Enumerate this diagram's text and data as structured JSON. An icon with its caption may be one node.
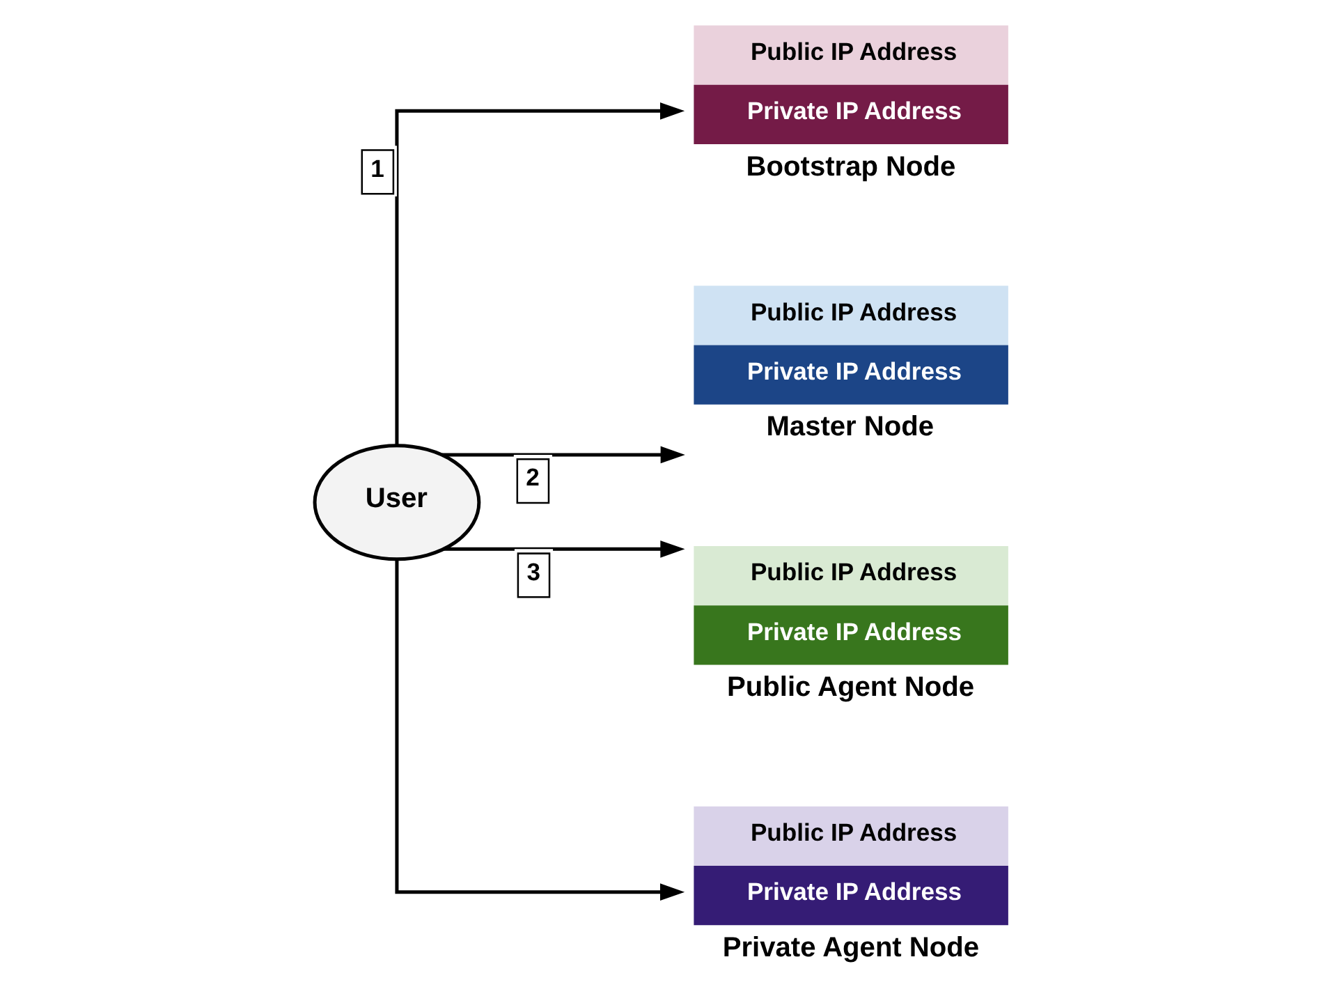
{
  "diagram": {
    "nodes": [
      {
        "text": [
          "User"
        ]
      },
      {
        "text": [
          "Public IP Address",
          "Private IP Address",
          "Bootstrap Node"
        ]
      },
      {
        "text": [
          "Public IP Address",
          "Private IP Address",
          "Master Node"
        ]
      },
      {
        "text": [
          "Public IP Address",
          "Private IP Address",
          "Public Agent Node"
        ]
      },
      {
        "text": [
          "Public IP Address",
          "Private IP Address",
          "Private Agent Node"
        ]
      }
    ],
    "edges": [
      {
        "from": 0,
        "to": 1,
        "arrow": "to",
        "label": "1"
      },
      {
        "from": 0,
        "to": 2,
        "arrow": "to",
        "label": "2"
      },
      {
        "from": 0,
        "to": 3,
        "arrow": "to",
        "label": "3"
      },
      {
        "from": 0,
        "to": 4,
        "arrow": "to"
      }
    ]
  }
}
